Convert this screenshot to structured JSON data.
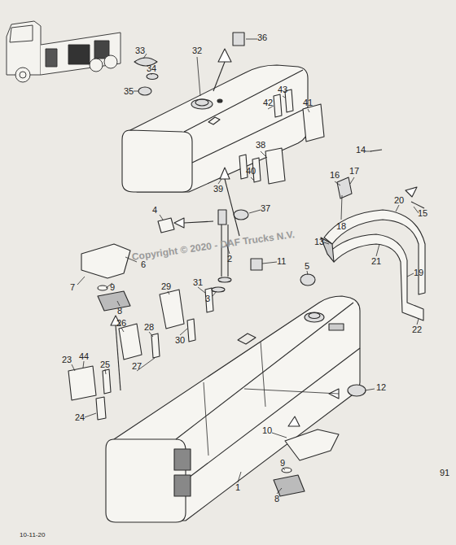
{
  "diagram": {
    "labels": [
      "33",
      "36",
      "34",
      "32",
      "35",
      "43",
      "42",
      "41",
      "38",
      "40",
      "39",
      "37",
      "14",
      "16",
      "17",
      "20",
      "15",
      "18",
      "13",
      "4",
      "2",
      "6",
      "11",
      "5",
      "21",
      "19",
      "7",
      "9",
      "29",
      "31",
      "8",
      "3",
      "26",
      "28",
      "30",
      "22",
      "12",
      "23",
      "44",
      "25",
      "27",
      "24",
      "10",
      "9",
      "8",
      "1",
      "91",
      "Copyright © 2020 - DAF Trucks N.V.",
      "10-11-20"
    ]
  }
}
